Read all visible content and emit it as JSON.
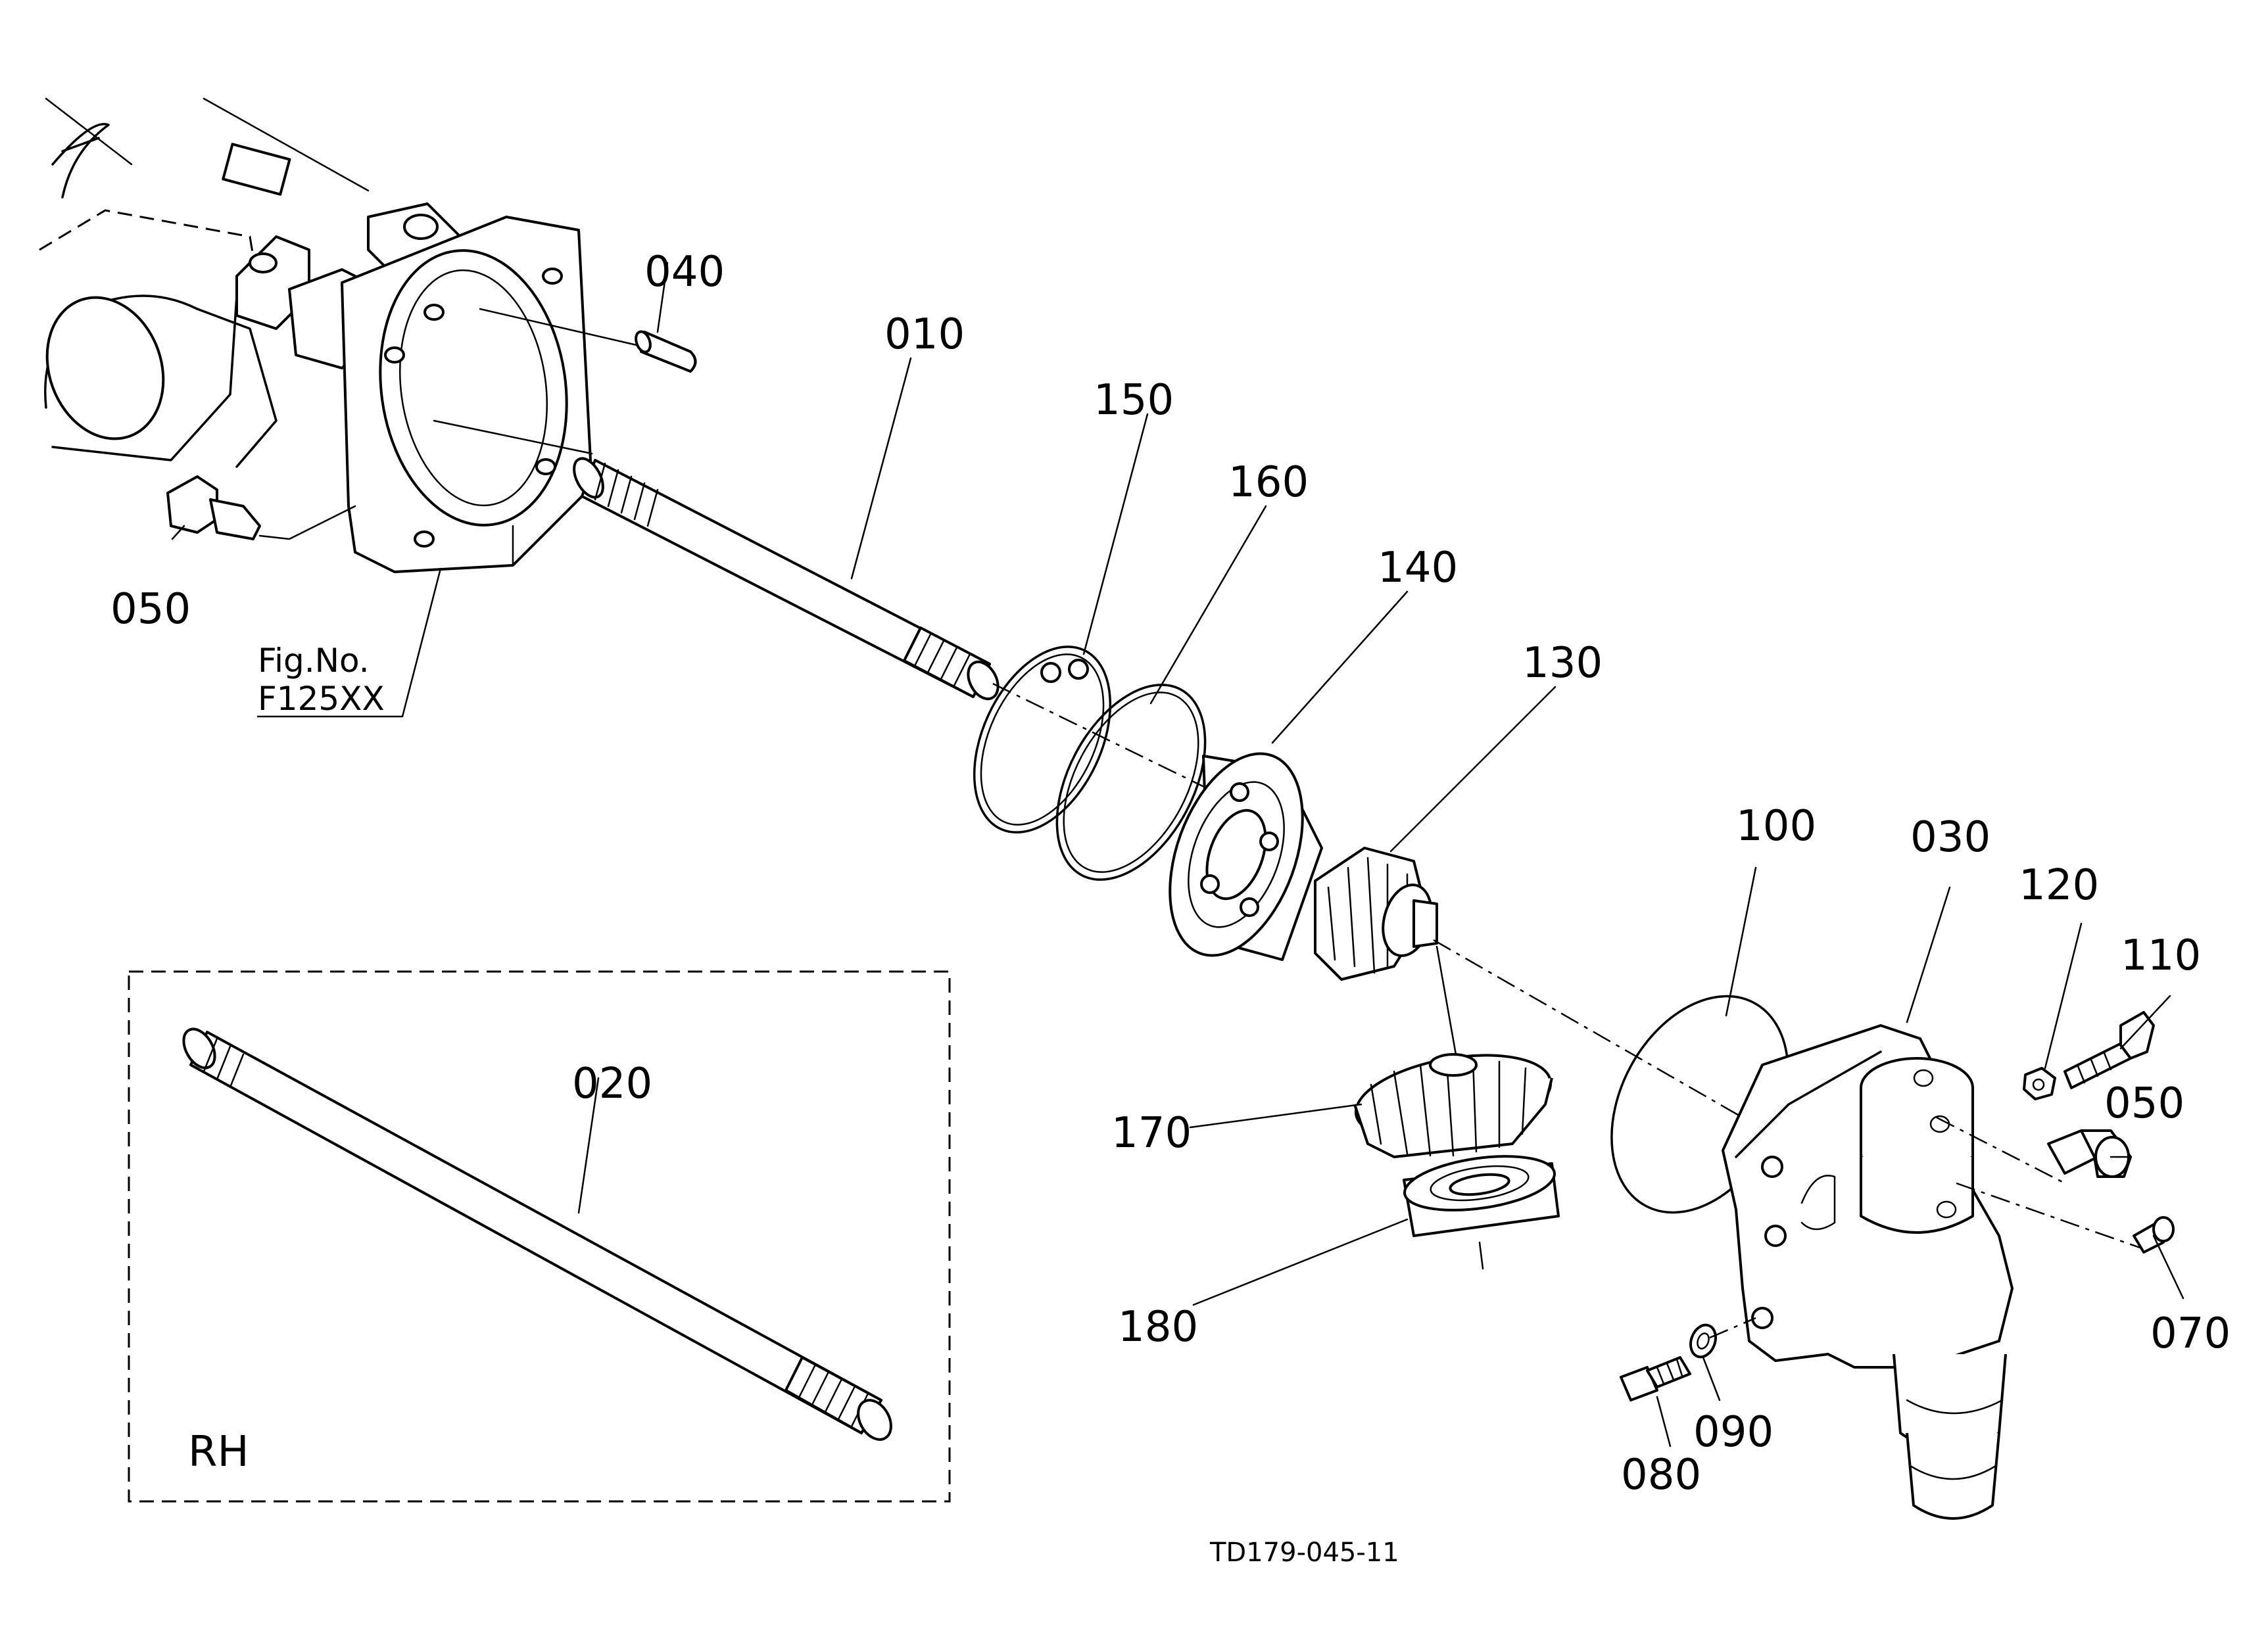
{
  "diagram": {
    "callouts": {
      "p010": "010",
      "p020": "020",
      "p030": "030",
      "p040": "040",
      "p050a": "050",
      "p050b": "050",
      "p070": "070",
      "p080": "080",
      "p090": "090",
      "p100": "100",
      "p110": "110",
      "p120": "120",
      "p130": "130",
      "p140": "140",
      "p150": "150",
      "p160": "160",
      "p170": "170",
      "p180": "180"
    },
    "figure_ref": {
      "line1": "Fig.No.",
      "line2": "F125XX"
    },
    "inset_label": "RH",
    "drawing_code": "TD179-045-11"
  }
}
